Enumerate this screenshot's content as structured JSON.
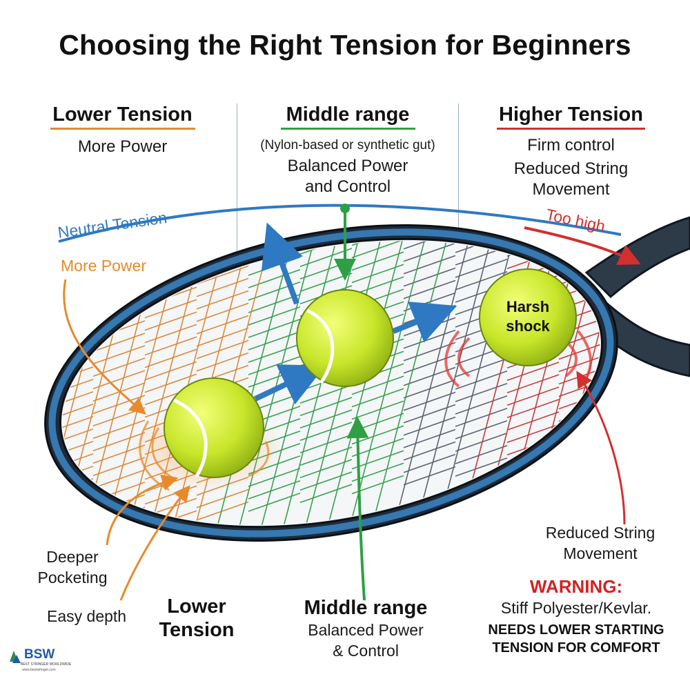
{
  "title": "Choosing the Right Tension for Beginners",
  "columns": {
    "left": {
      "heading": "Lower Tension",
      "line1": "More Power",
      "color": "#e8892b"
    },
    "middle": {
      "heading": "Middle range",
      "note": "(Nylon-based or synthetic gut)",
      "line1": "Balanced Power",
      "line2": "and Control",
      "color": "#2ea043"
    },
    "right": {
      "heading": "Higher Tension",
      "line1": "Firm control",
      "line2": "Reduced String",
      "line3": "Movement",
      "color": "#d32f2f"
    }
  },
  "arc": {
    "neutral": "Neutral Tension",
    "too_high": "Too high",
    "neutral_color": "#2f79c2"
  },
  "callouts": {
    "more_power": "More Power",
    "harsh_1": "Harsh",
    "harsh_2": "shock",
    "deeper_1": "Deeper",
    "deeper_2": "Pocketing",
    "easy_depth": "Easy depth",
    "reduced_1": "Reduced String",
    "reduced_2": "Movement"
  },
  "bottom": {
    "lower_1": "Lower",
    "lower_2": "Tension",
    "middle_head": "Middle range",
    "middle_1": "Balanced Power",
    "middle_2": "& Control",
    "warning_head": "WARNING:",
    "warning_1": "Stiff Polyester/Kevlar.",
    "warning_2": "NEEDS LOWER STARTING",
    "warning_3": "TENSION FOR COMFORT"
  },
  "logo": {
    "text": "BSW",
    "tagline": "BEST STRINGER WORLDWIDE",
    "url": "www.beststringer.com"
  }
}
